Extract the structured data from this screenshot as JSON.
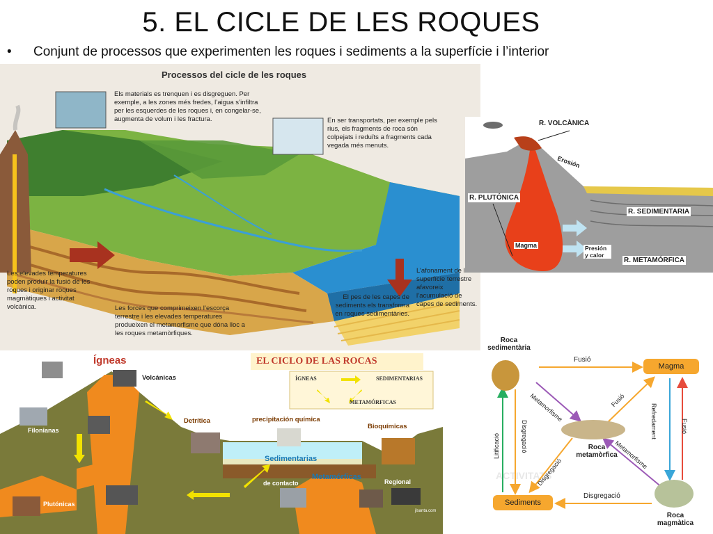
{
  "slide": {
    "title": "5. EL CICLE DE LES ROQUES",
    "bullet": "•",
    "subtitle": "Conjunt de processos que experimenten les roques i sediments a la superfície i l’interior"
  },
  "landscape": {
    "heading": "Processos del cicle de les roques",
    "weathering": "Els materials es trenquen i es disgreguen. Per exemple, a les zones més fredes, l’aigua s’infiltra per les esquerdes de les roques i, en congelar-se, augmenta de volum i les fractura.",
    "transport": "En ser transportats, per exemple pels rius, els fragments de roca són colpejats i reduïts a fragments cada vegada més menuts.",
    "volcanic": "Les elevades temperatures poden produir la fusió de les roques i originar roques magmàtiques i activitat volcànica.",
    "metamorphic": "Les forces que comprimeixen l’escorça terrestre i les elevades temperatures produeixen el metamorfisme que dóna lloc a les roques metamòrfiques.",
    "sediment_weight": "El pes de les capes de sediments els transforma en roques sedimentàries.",
    "subsidence": "L’afonament de la superfície terrestre afavoreix l’acumulació de capes de sediments."
  },
  "cross_section": {
    "volcanic": "R. VOLCÀNICA",
    "erosion": "Erosión",
    "plutonic": "R. PLUTÓNICA",
    "sedimentary": "R. SEDIMENTARIA",
    "magma": "Magma",
    "pressure": "Presión y calor",
    "metamorphic": "R. METAMÓRFICA"
  },
  "ciclo": {
    "title": "EL CICLO DE LAS ROCAS",
    "igneas_heading": "Ígneas",
    "volcanicas": "Volcánicas",
    "filonianas": "Filonianas",
    "plutonicas": "Plutónicas",
    "detritica": "Detrítica",
    "precipitacion": "precipitación química",
    "bioquimicas": "Bioquímicas",
    "sedimentarias": "Sedimentarias",
    "metamorficas": "Metamórficas",
    "de_contacto": "de contacto",
    "regional": "Regional",
    "legend_igneas": "ÍGNEAS",
    "legend_sedimentarias": "SEDIMENTARIAS",
    "legend_metamorficas": "METAMÓRFICAS",
    "credit": "jlsanta.com"
  },
  "cycle": {
    "sedimentaria": "Roca sedimentària",
    "magma": "Magma",
    "metamorfica": "Roca metamòrfica",
    "sediments": "Sediments",
    "magmatica": "Roca magmàtica",
    "fusio_top": "Fusió",
    "metamorfisme_1": "Metamorfisme",
    "fusio_diag": "Fusió",
    "refredament": "Refredament",
    "fusio_right": "Fusió",
    "litificacio": "Litificació",
    "disgregacio_left": "Disgregació",
    "disgregacio_diag": "Disgregació",
    "metamorfisme_2": "Metamorfisme",
    "disgregacio_bottom": "Disgregació",
    "background_text": "ACTIVITATS"
  },
  "colors": {
    "magma_orange": "#f0821e",
    "sea_blue": "#2a8fd0",
    "cycle_box": "#f6a72e"
  }
}
